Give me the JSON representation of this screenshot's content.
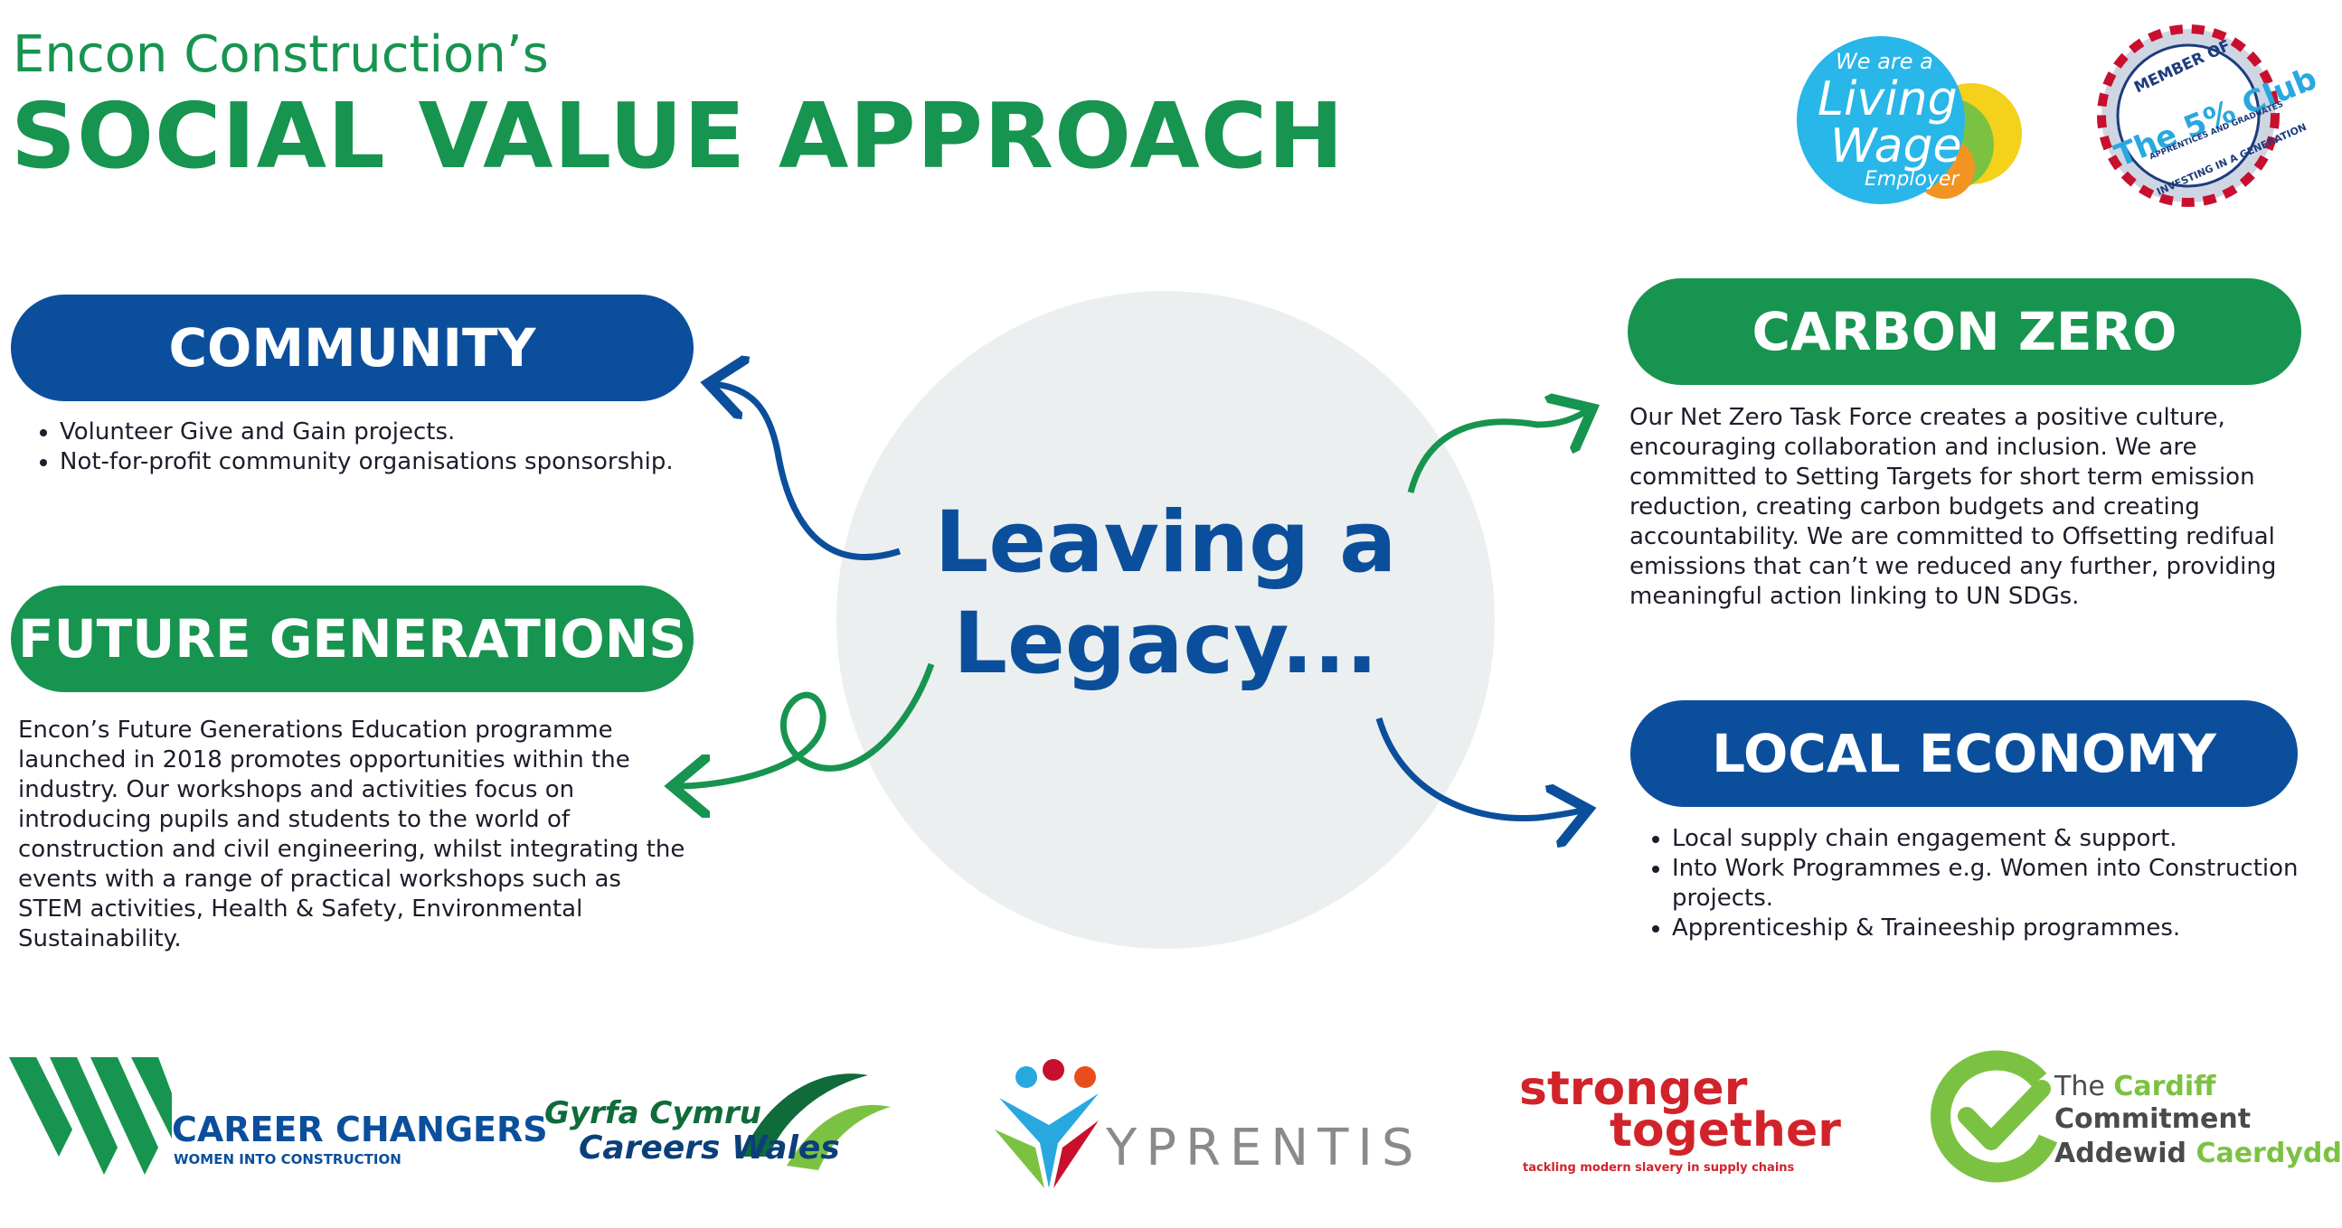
{
  "header": {
    "pre_title": "Encon Construction’s",
    "title": "SOCIAL VALUE APPROACH"
  },
  "badges": {
    "living_wage": {
      "line1": "We are a",
      "line2": "Living",
      "line3": "Wage",
      "line4": "Employer"
    },
    "five_club": {
      "top": "MEMBER OF",
      "main": "The 5% Club",
      "sub": "APPRENTICES AND GRADUATES",
      "bottom": "INVESTING IN A GENERATION"
    }
  },
  "center": {
    "line1": "Leaving a",
    "line2": "Legacy..."
  },
  "community": {
    "title": "COMMUNITY",
    "items": [
      "Volunteer Give and Gain projects.",
      "Not-for-profit community organisations sponsorship."
    ]
  },
  "future": {
    "title": "FUTURE GENERATIONS",
    "text": "Encon’s Future Generations Education programme launched in 2018 promotes opportunities within the industry. Our workshops and activities focus on introducing pupils and students to the world of construction and civil engineering, whilst integrating the events with a range of practical workshops such as STEM activities, Health & Safety, Environmental Sustainability."
  },
  "carbon": {
    "title": "CARBON ZERO",
    "text": "Our Net Zero Task Force creates a positive culture, encouraging collaboration and inclusion. We are committed to Setting Targets for short term emission reduction, creating carbon budgets and creating accountability. We are committed to Offsetting redifual emissions that can’t we reduced any further, providing meaningful action linking to UN SDGs."
  },
  "local": {
    "title": "LOCAL ECONOMY",
    "items": [
      "Local supply chain engagement & support.",
      "Into Work Programmes e.g. Women into Construction projects.",
      "Apprenticeship & Traineeship programmes."
    ]
  },
  "partners": {
    "career_changers": {
      "name": "CAREER CHANGERS",
      "sub": "WOMEN INTO CONSTRUCTION"
    },
    "careers_wales": {
      "line1": "Gyrfa Cymru",
      "line2": "Careers Wales"
    },
    "yprentis": {
      "name": "YPRENTIS"
    },
    "stronger": {
      "line1": "stronger",
      "line2": "together",
      "sub": "tackling modern slavery in supply chains"
    },
    "cardiff": {
      "line1a": "The ",
      "line1b": "Cardiff",
      "line2": "Commitment",
      "line3a": "Addewid ",
      "line3b": "Caerdydd"
    }
  },
  "colors": {
    "green": "#17944f",
    "blue": "#0b4f9c",
    "circle": "#eceff0"
  }
}
